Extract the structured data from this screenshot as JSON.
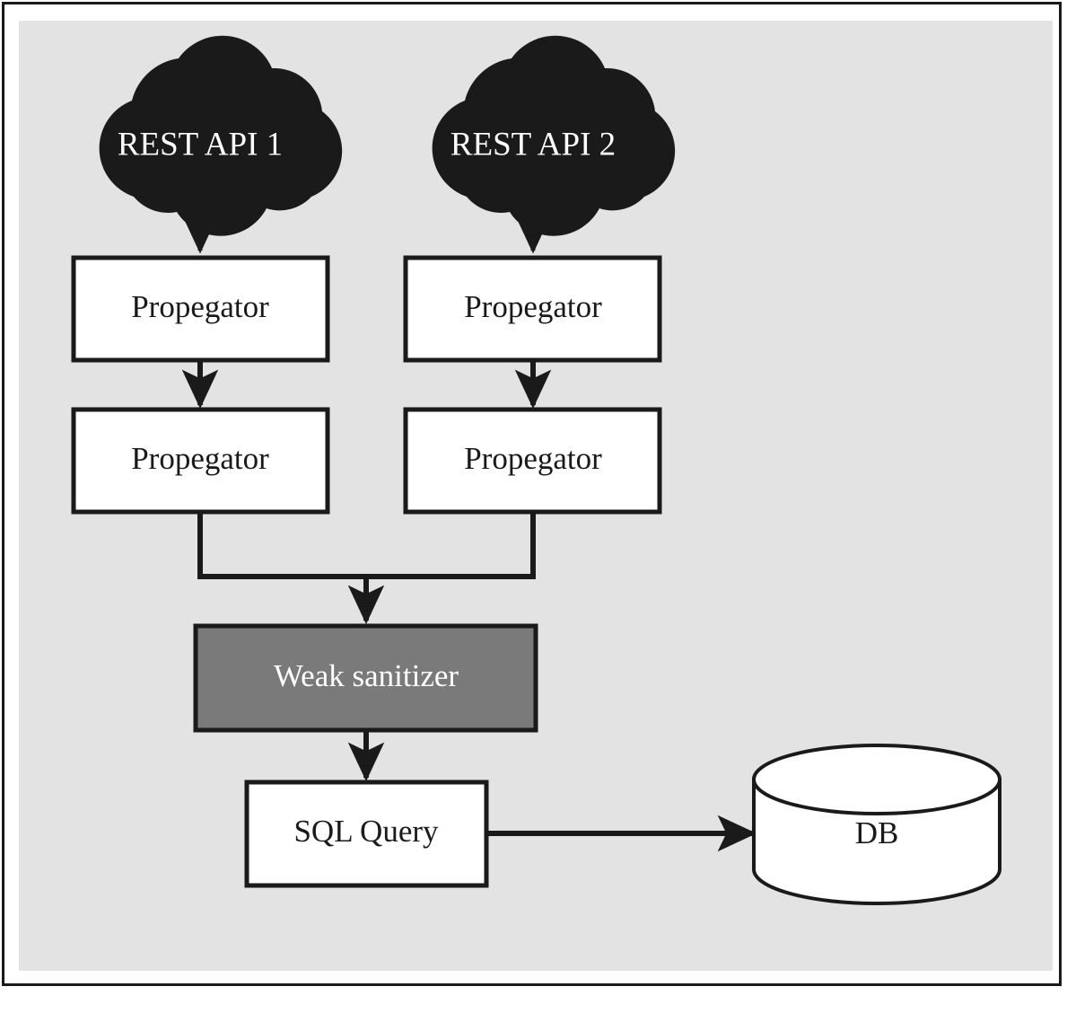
{
  "figure": {
    "kind": "architecture-flow-diagram",
    "canvas_background": "#e3e3e3",
    "page_background": "#ffffff",
    "frame_border_color": "#1a1a1a"
  },
  "palette": {
    "cloud_fill": "#1a1a1a",
    "cloud_text": "#ffffff",
    "box_fill": "#ffffff",
    "box_stroke": "#1a1a1a",
    "box_text": "#1a1a1a",
    "sanitizer_fill": "#7a7a7a",
    "sanitizer_text": "#ffffff",
    "arrow_color": "#1a1a1a",
    "db_fill": "#ffffff",
    "db_stroke": "#1a1a1a"
  },
  "nodes": {
    "cloud_1": {
      "label": "REST API 1",
      "shape": "cloud"
    },
    "cloud_2": {
      "label": "REST API 2",
      "shape": "cloud"
    },
    "propegator_1a": {
      "label": "Propegator",
      "shape": "rectangle"
    },
    "propegator_1b": {
      "label": "Propegator",
      "shape": "rectangle"
    },
    "propegator_2a": {
      "label": "Propegator",
      "shape": "rectangle"
    },
    "propegator_2b": {
      "label": "Propegator",
      "shape": "rectangle"
    },
    "sanitizer": {
      "label": "Weak sanitizer",
      "shape": "rectangle"
    },
    "sql_query": {
      "label": "SQL Query",
      "shape": "rectangle"
    },
    "database": {
      "label": "DB",
      "shape": "cylinder"
    }
  },
  "edges": [
    {
      "from": "cloud_1",
      "to": "propegator_1a",
      "style": "arrow-down"
    },
    {
      "from": "propegator_1a",
      "to": "propegator_1b",
      "style": "arrow-down"
    },
    {
      "from": "cloud_2",
      "to": "propegator_2a",
      "style": "arrow-down"
    },
    {
      "from": "propegator_2a",
      "to": "propegator_2b",
      "style": "arrow-down"
    },
    {
      "from": "propegator_1b",
      "to": "sanitizer",
      "style": "elbow-merge-arrow"
    },
    {
      "from": "propegator_2b",
      "to": "sanitizer",
      "style": "elbow-merge-arrow"
    },
    {
      "from": "sanitizer",
      "to": "sql_query",
      "style": "arrow-down"
    },
    {
      "from": "sql_query",
      "to": "database",
      "style": "arrow-right"
    }
  ]
}
